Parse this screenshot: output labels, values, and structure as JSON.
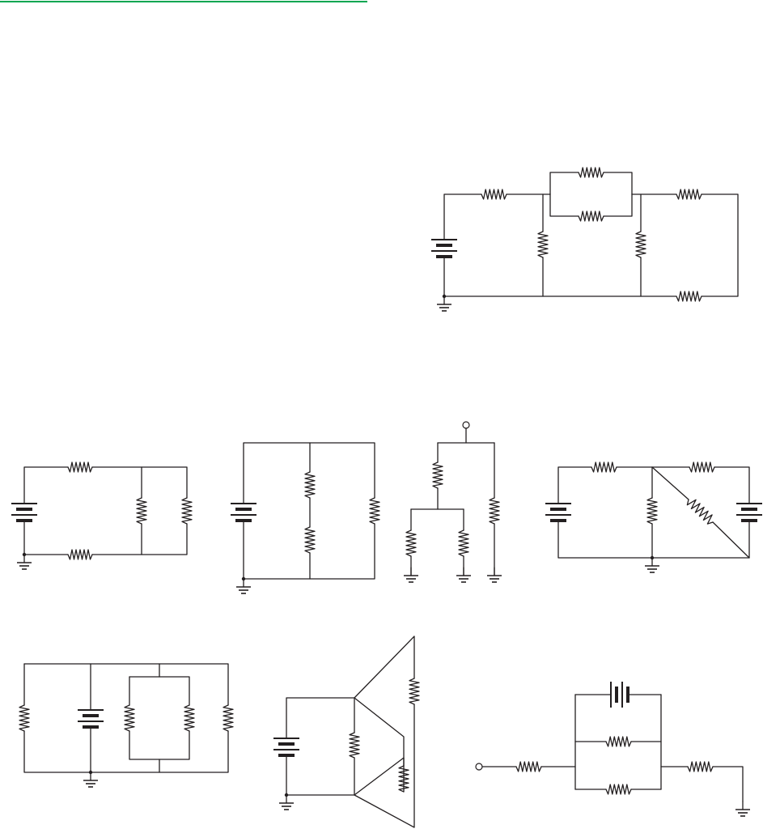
{
  "page": {
    "header_rule_color": "#00a651",
    "line_color": "#231f20"
  },
  "circuits": [
    {
      "id": "c1",
      "resistors": 7,
      "batteries": 1,
      "grounds": 1,
      "terminals": 0
    },
    {
      "id": "c2",
      "resistors": 4,
      "batteries": 1,
      "grounds": 1,
      "terminals": 0
    },
    {
      "id": "c3",
      "resistors": 3,
      "batteries": 1,
      "grounds": 1,
      "terminals": 0
    },
    {
      "id": "c4",
      "resistors": 4,
      "batteries": 0,
      "grounds": 3,
      "terminals": 1
    },
    {
      "id": "c5",
      "resistors": 4,
      "batteries": 2,
      "grounds": 1,
      "terminals": 0
    },
    {
      "id": "c6",
      "resistors": 4,
      "batteries": 1,
      "grounds": 1,
      "terminals": 0
    },
    {
      "id": "c7",
      "resistors": 3,
      "batteries": 1,
      "grounds": 1,
      "terminals": 0
    },
    {
      "id": "c8",
      "resistors": 4,
      "batteries": 1,
      "grounds": 1,
      "terminals": 1
    }
  ]
}
